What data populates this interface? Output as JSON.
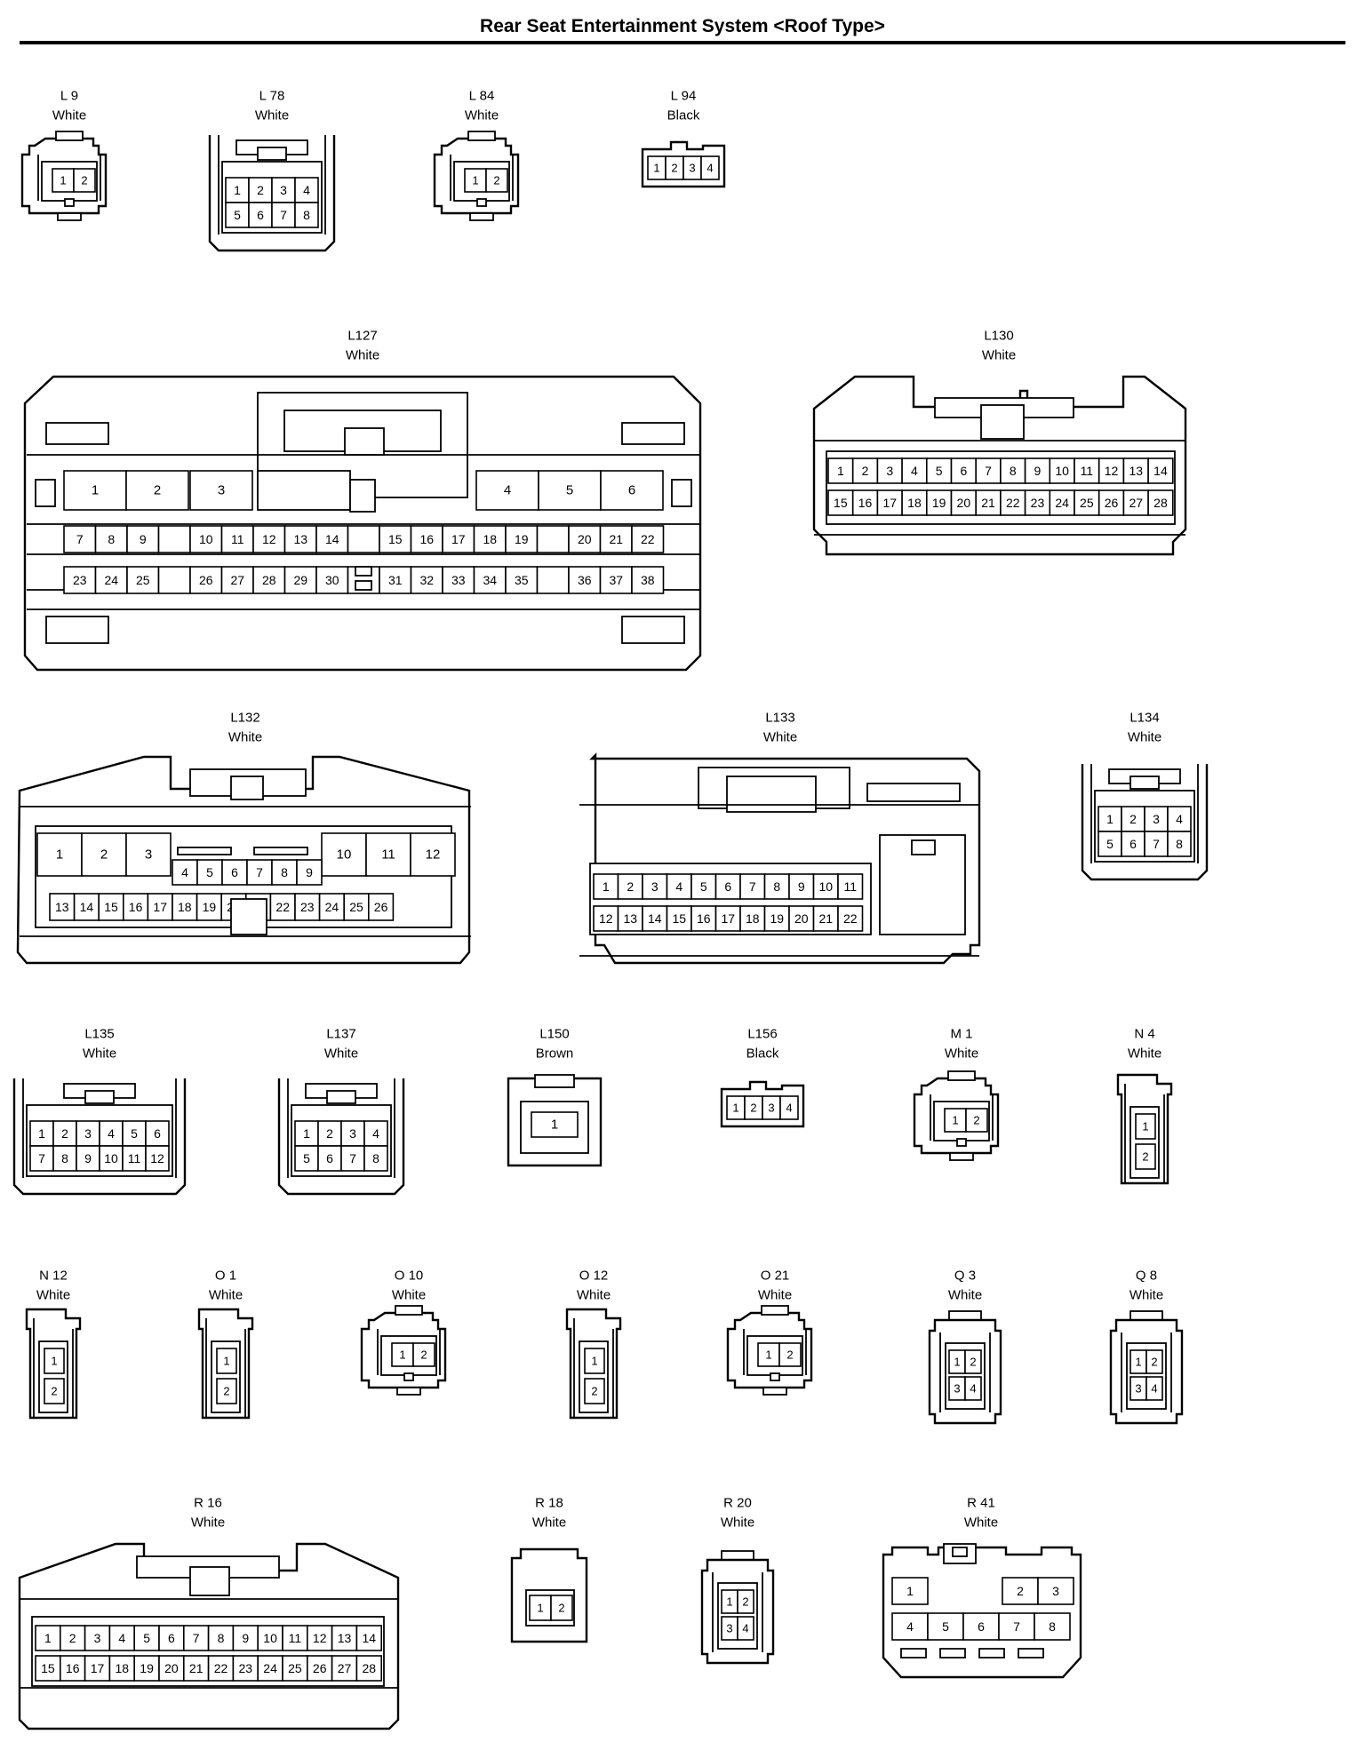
{
  "title": "Rear Seat Entertainment System <Roof Type>",
  "connectors": [
    {
      "id": "L 9",
      "color": "White",
      "rows": [
        [
          "1",
          "2"
        ]
      ]
    },
    {
      "id": "L 78",
      "color": "White",
      "rows": [
        [
          "1",
          "2",
          "3",
          "4"
        ],
        [
          "5",
          "6",
          "7",
          "8"
        ]
      ]
    },
    {
      "id": "L 84",
      "color": "White",
      "rows": [
        [
          "1",
          "2"
        ]
      ]
    },
    {
      "id": "L 94",
      "color": "Black",
      "rows": [
        [
          "1",
          "2",
          "3",
          "4"
        ]
      ]
    },
    {
      "id": "L127",
      "color": "White",
      "rows": [
        [
          "1",
          "2",
          "3",
          "",
          "",
          "4",
          "5",
          "6"
        ],
        [
          "7",
          "8",
          "9",
          "",
          "10",
          "11",
          "12",
          "13",
          "14",
          "",
          "15",
          "16",
          "17",
          "18",
          "19",
          "",
          "20",
          "21",
          "22"
        ],
        [
          "23",
          "24",
          "25",
          "",
          "26",
          "27",
          "28",
          "29",
          "30",
          "",
          "31",
          "32",
          "33",
          "34",
          "35",
          "",
          "36",
          "37",
          "38"
        ]
      ]
    },
    {
      "id": "L130",
      "color": "White",
      "rows": [
        [
          "1",
          "2",
          "3",
          "4",
          "5",
          "6",
          "7",
          "8",
          "9",
          "10",
          "11",
          "12",
          "13",
          "14"
        ],
        [
          "15",
          "16",
          "17",
          "18",
          "19",
          "20",
          "21",
          "22",
          "23",
          "24",
          "25",
          "26",
          "27",
          "28"
        ]
      ]
    },
    {
      "id": "L132",
      "color": "White",
      "rows": [
        [
          "1",
          "2",
          "3",
          "10",
          "11",
          "12"
        ],
        [
          "4",
          "5",
          "6",
          "7",
          "8",
          "9"
        ],
        [
          "13",
          "14",
          "15",
          "16",
          "17",
          "18",
          "19",
          "20",
          "21",
          "22",
          "23",
          "24",
          "25",
          "26"
        ]
      ]
    },
    {
      "id": "L133",
      "color": "White",
      "rows": [
        [
          "1",
          "2",
          "3",
          "4",
          "5",
          "6",
          "7",
          "8",
          "9",
          "10",
          "11"
        ],
        [
          "12",
          "13",
          "14",
          "15",
          "16",
          "17",
          "18",
          "19",
          "20",
          "21",
          "22"
        ]
      ]
    },
    {
      "id": "L134",
      "color": "White",
      "rows": [
        [
          "1",
          "2",
          "3",
          "4"
        ],
        [
          "5",
          "6",
          "7",
          "8"
        ]
      ]
    },
    {
      "id": "L135",
      "color": "White",
      "rows": [
        [
          "1",
          "2",
          "3",
          "4",
          "5",
          "6"
        ],
        [
          "7",
          "8",
          "9",
          "10",
          "11",
          "12"
        ]
      ]
    },
    {
      "id": "L137",
      "color": "White",
      "rows": [
        [
          "1",
          "2",
          "3",
          "4"
        ],
        [
          "5",
          "6",
          "7",
          "8"
        ]
      ]
    },
    {
      "id": "L150",
      "color": "Brown",
      "rows": [
        [
          "1"
        ]
      ]
    },
    {
      "id": "L156",
      "color": "Black",
      "rows": [
        [
          "1",
          "2",
          "3",
          "4"
        ]
      ]
    },
    {
      "id": "M 1",
      "color": "White",
      "rows": [
        [
          "1",
          "2"
        ]
      ]
    },
    {
      "id": "N 4",
      "color": "White",
      "rows": [
        [
          "1"
        ],
        [
          "2"
        ]
      ]
    },
    {
      "id": "N 12",
      "color": "White",
      "rows": [
        [
          "1"
        ],
        [
          "2"
        ]
      ]
    },
    {
      "id": "O 1",
      "color": "White",
      "rows": [
        [
          "1"
        ],
        [
          "2"
        ]
      ]
    },
    {
      "id": "O 10",
      "color": "White",
      "rows": [
        [
          "1",
          "2"
        ]
      ]
    },
    {
      "id": "O 12",
      "color": "White",
      "rows": [
        [
          "1"
        ],
        [
          "2"
        ]
      ]
    },
    {
      "id": "O 21",
      "color": "White",
      "rows": [
        [
          "1",
          "2"
        ]
      ]
    },
    {
      "id": "Q 3",
      "color": "White",
      "rows": [
        [
          "1",
          "2"
        ],
        [
          "3",
          "4"
        ]
      ]
    },
    {
      "id": "Q 8",
      "color": "White",
      "rows": [
        [
          "1",
          "2"
        ],
        [
          "3",
          "4"
        ]
      ]
    },
    {
      "id": "R 16",
      "color": "White",
      "rows": [
        [
          "1",
          "2",
          "3",
          "4",
          "5",
          "6",
          "7",
          "8",
          "9",
          "10",
          "11",
          "12",
          "13",
          "14"
        ],
        [
          "15",
          "16",
          "17",
          "18",
          "19",
          "20",
          "21",
          "22",
          "23",
          "24",
          "25",
          "26",
          "27",
          "28"
        ]
      ]
    },
    {
      "id": "R 18",
      "color": "White",
      "rows": [
        [
          "1",
          "2"
        ]
      ]
    },
    {
      "id": "R 20",
      "color": "White",
      "rows": [
        [
          "1",
          "2"
        ],
        [
          "3",
          "4"
        ]
      ]
    },
    {
      "id": "R 41",
      "color": "White",
      "rows": [
        [
          "1",
          "2",
          "3"
        ],
        [
          "4",
          "5",
          "6",
          "7",
          "8"
        ]
      ]
    }
  ]
}
